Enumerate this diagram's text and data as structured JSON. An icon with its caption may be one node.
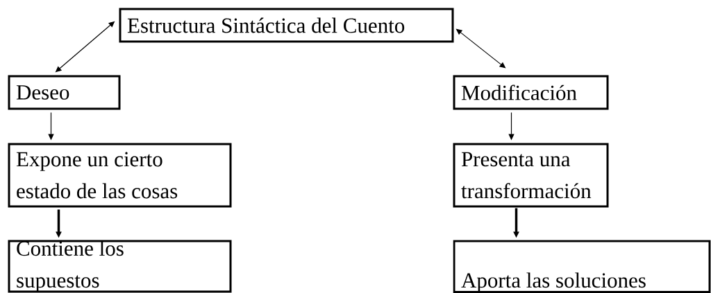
{
  "diagram": {
    "nodes": [
      {
        "text": [
          "Estructura Sintáctica del Cuento"
        ]
      },
      {
        "text": [
          "Deseo"
        ]
      },
      {
        "text": [
          "Expone un cierto estado de las cosas"
        ]
      },
      {
        "text": [
          "Contiene los supuestos"
        ]
      },
      {
        "text": [
          "Modificación"
        ]
      },
      {
        "text": [
          "Presenta una transformación"
        ]
      },
      {
        "text": [
          "Aporta las soluciones"
        ]
      }
    ],
    "edges": [
      {
        "from": 0,
        "to": 1,
        "arrow": "both"
      },
      {
        "from": 0,
        "to": 4,
        "arrow": "both"
      },
      {
        "from": 1,
        "to": 2,
        "arrow": "to"
      },
      {
        "from": 2,
        "to": 3,
        "arrow": "to",
        "style": "thick"
      },
      {
        "from": 4,
        "to": 5,
        "arrow": "to"
      },
      {
        "from": 5,
        "to": 6,
        "arrow": "to",
        "style": "thick"
      }
    ]
  }
}
